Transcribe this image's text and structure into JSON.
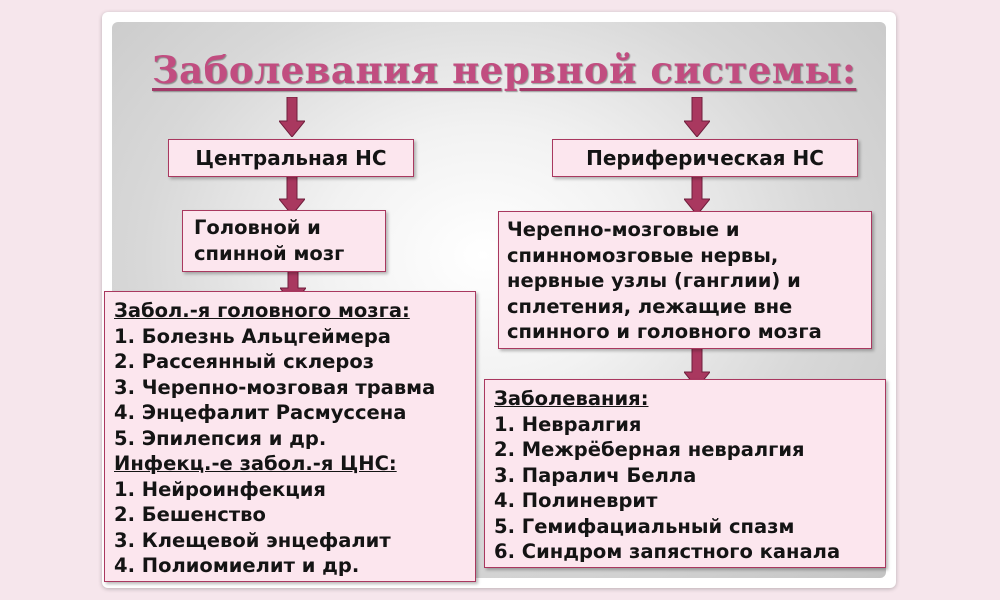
{
  "title": "Заболевания нервной системы:",
  "central": {
    "label": "Центральная НС",
    "structures": [
      "Головной и",
      "спинной мозг"
    ],
    "brain_diseases_header": "Забол.-я головного мозга:",
    "brain_diseases": [
      "1. Болезнь Альцгеймера",
      "2. Рассеянный склероз",
      "3. Черепно-мозговая травма",
      "4. Энцефалит Расмуссена",
      "5. Эпилепсия и др."
    ],
    "infectious_header": "Инфекц.-е забол.-я ЦНС:",
    "infectious_diseases": [
      "1. Нейроинфекция",
      "2. Бешенство",
      "3. Клещевой энцефалит",
      "4. Полиомиелит и др."
    ]
  },
  "peripheral": {
    "label": "Периферическая НС",
    "structures": [
      "Черепно-мозговые и",
      "спинномозговые нервы,",
      "нервные узлы (ганглии) и",
      "сплетения, лежащие вне",
      "спинного и головного мозга"
    ],
    "diseases_header": "Заболевания:",
    "diseases": [
      "1. Невралгия",
      "2. Межрёберная невралгия",
      "3. Паралич Белла",
      "4. Полиневрит",
      "5. Гемифациальный спазм",
      "6. Синдром запястного канала"
    ]
  },
  "colors": {
    "title": "#c14d80",
    "box_fill": "#fce6ee",
    "box_border": "#a9385f",
    "arrow": "#a9385f",
    "background": "#f6e6ec"
  }
}
